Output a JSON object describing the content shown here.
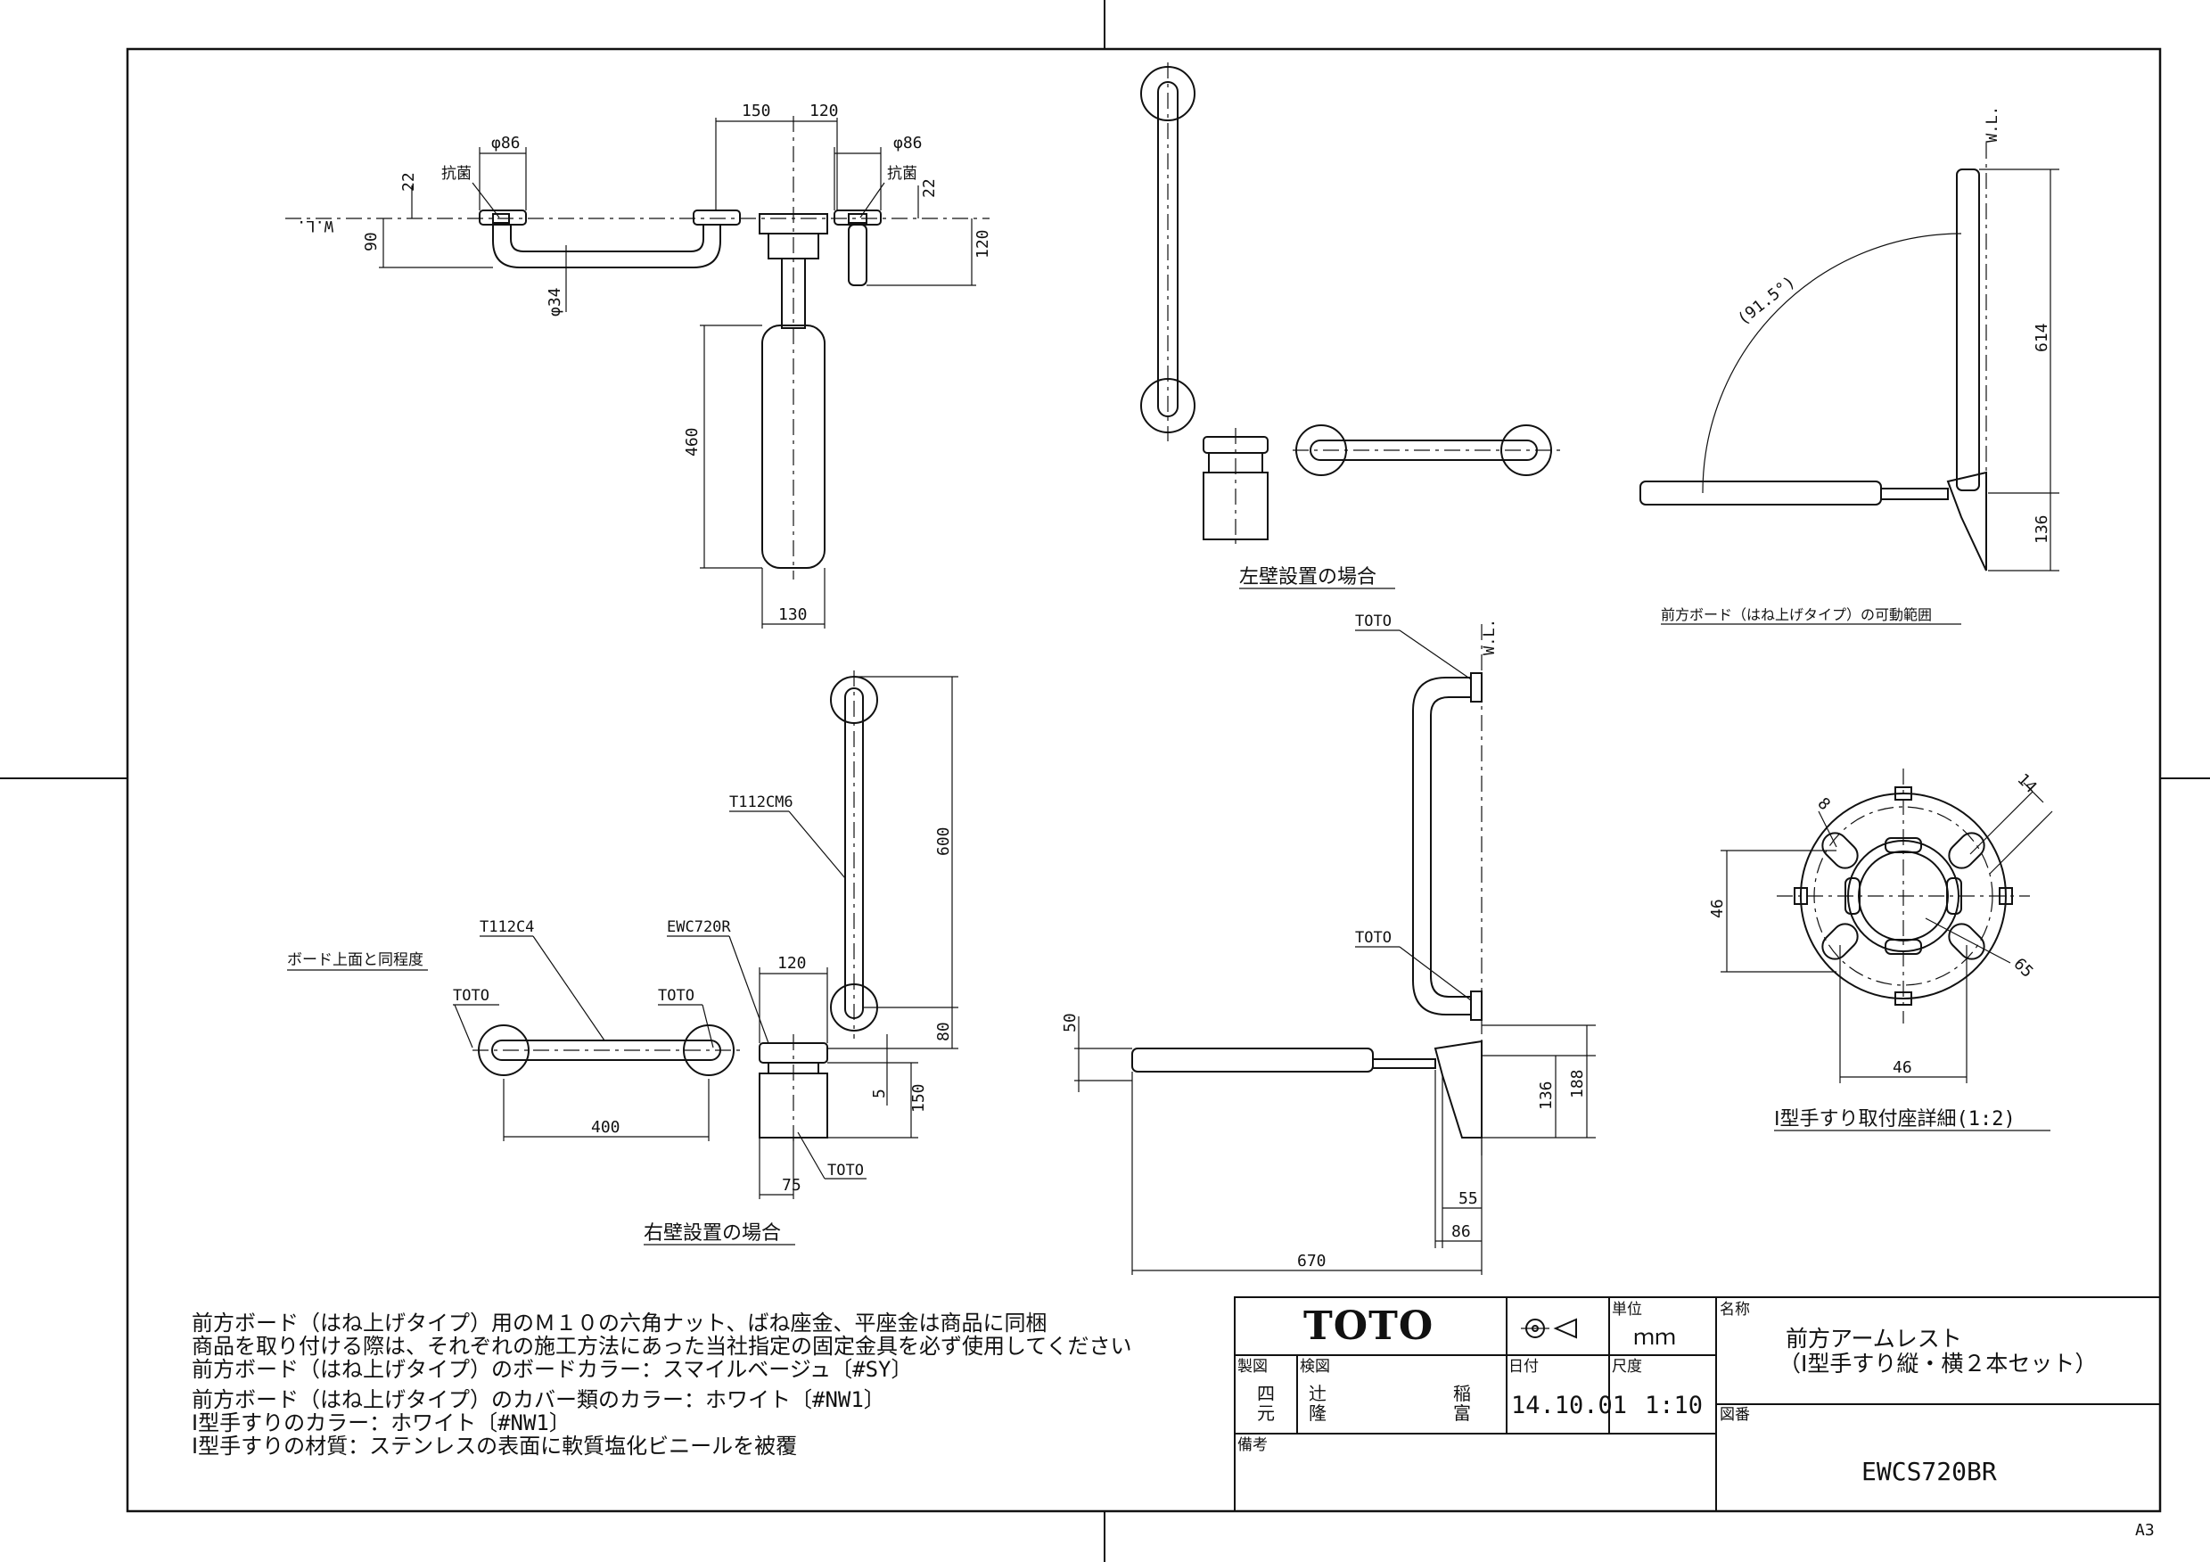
{
  "sheet": {
    "size_label": "A3"
  },
  "view_top": {
    "dims": {
      "d150": "150",
      "d120_top": "120",
      "phi86_left": "φ86",
      "phi86_right": "φ86",
      "d22_left": "22",
      "d22_right": "22",
      "d90": "90",
      "d120_right": "120",
      "phi34": "φ34",
      "d460": "460",
      "d130": "130"
    },
    "labels": {
      "antibac_left": "抗菌",
      "antibac_right": "抗菌",
      "wl": "W.L."
    }
  },
  "view_left_wall": {
    "caption": "左壁設置の場合"
  },
  "view_board_range": {
    "wl": "W.L.",
    "angle": "(91.5°)",
    "d614": "614",
    "d136": "136",
    "caption": "前方ボード（はね上げタイプ）の可動範囲"
  },
  "view_right_wall": {
    "labels": {
      "t112cm6": "T112CM6",
      "t112c4": "T112C4",
      "ewc720r": "EWC720R",
      "board_level": "ボード上面と同程度",
      "toto_a": "TOTO",
      "toto_b": "TOTO",
      "toto_c": "TOTO"
    },
    "dims": {
      "d600": "600",
      "d120": "120",
      "d80": "80",
      "d5": "5",
      "d150": "150",
      "d400": "400",
      "d75": "75"
    },
    "caption": "右壁設置の場合"
  },
  "view_side": {
    "labels": {
      "toto_top": "TOTO",
      "toto_mid": "TOTO",
      "wl": "W.L."
    },
    "dims": {
      "d50": "50",
      "d136": "136",
      "d188": "188",
      "d55": "55",
      "d86": "86",
      "d670": "670"
    }
  },
  "view_detail": {
    "dims": {
      "d14": "14",
      "d8": "8",
      "d46_v": "46",
      "d46_h": "46",
      "d65": "65"
    },
    "caption": "Ⅰ型手すり取付座詳細(1:2)"
  },
  "notes": [
    "前方ボード（はね上げタイプ）用のＭ１０の六角ナット、ばね座金、平座金は商品に同梱",
    "商品を取り付ける際は、それぞれの施工方法にあった当社指定の固定金具を必ず使用してください",
    "前方ボード（はね上げタイプ）のボードカラー：スマイルベージュ〔#SY〕",
    "前方ボード（はね上げタイプ）のカバー類のカラー：ホワイト〔#NW1〕",
    "Ⅰ型手すりのカラー：ホワイト〔#NW1〕",
    "Ⅰ型手すりの材質：ステンレスの表面に軟質塩化ビニールを被覆"
  ],
  "title_block": {
    "logo": "TOTO",
    "unit_label": "単位",
    "unit_value": "ｍｍ",
    "name_label": "名称",
    "name_line1": "前方アームレスト",
    "name_line2": "（Ⅰ型手すり縦・横２本セット）",
    "drawn_label": "製図",
    "drawn_by_1": "四",
    "drawn_by_2": "元",
    "checked_label": "検図",
    "checked_by_a1": "辻",
    "checked_by_a2": "隆",
    "checked_by_b1": "稲",
    "checked_by_b2": "富",
    "date_label": "日付",
    "date_value": "14.10.01",
    "scale_label": "尺度",
    "scale_value": "1:10",
    "drawing_no_label": "図番",
    "drawing_no": "EWCS720BR",
    "remarks_label": "備考"
  }
}
